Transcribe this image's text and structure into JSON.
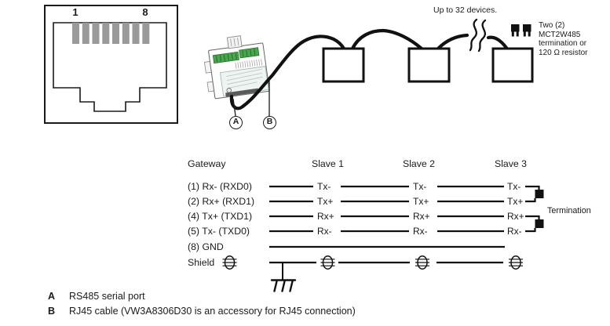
{
  "figure": {
    "rj45": {
      "pin_labels": [
        "1",
        "8"
      ]
    },
    "chain": {
      "devices_note": "Up to 32 devices.",
      "termination_note": [
        "Two (2)",
        "MCT2W485",
        "termination or",
        "120 Ω resistor"
      ]
    },
    "callouts": {
      "a": "A",
      "b": "B"
    },
    "wiring": {
      "headers": [
        "Gateway",
        "Slave 1",
        "Slave 2",
        "Slave 3"
      ],
      "rows": [
        {
          "gateway": "(1) Rx- (RXD0)",
          "slaves": [
            "Tx-",
            "Tx-",
            "Tx-"
          ]
        },
        {
          "gateway": "(2) Rx+ (RXD1)",
          "slaves": [
            "Tx+",
            "Tx+",
            "Tx+"
          ]
        },
        {
          "gateway": "(4) Tx+ (TXD1)",
          "slaves": [
            "Rx+",
            "Rx+",
            "Rx+"
          ]
        },
        {
          "gateway": "(5) Tx- (TXD0)",
          "slaves": [
            "Rx-",
            "Rx-",
            "Rx-"
          ]
        },
        {
          "gateway": "(8) GND",
          "slaves": []
        },
        {
          "gateway": "Shield",
          "slaves": []
        }
      ],
      "termination_label": "Termination"
    },
    "legend": [
      {
        "key": "A",
        "text": "RS485 serial port"
      },
      {
        "key": "B",
        "text": "RJ45 cable (VW3A8306D30 is an accessory for RJ45 connection)"
      }
    ],
    "colors": {
      "line": "#1a1a1a",
      "pin_gray": "#9a9a9a",
      "device_green": "#4aa550",
      "device_panel": "#edf4f1"
    }
  }
}
